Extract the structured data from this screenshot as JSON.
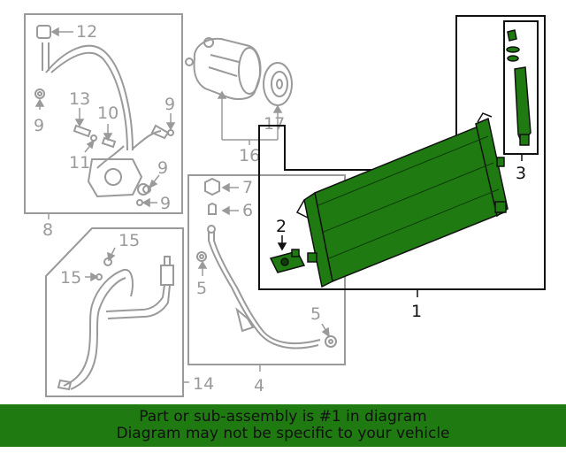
{
  "callouts": {
    "c1": "1",
    "c2": "2",
    "c3": "3",
    "c4": "4",
    "c5a": "5",
    "c5b": "5",
    "c6": "6",
    "c7": "7",
    "c8": "8",
    "c9a": "9",
    "c9b": "9",
    "c9c": "9",
    "c9d": "9",
    "c10": "10",
    "c11": "11",
    "c12": "12",
    "c13": "13",
    "c14": "14",
    "c15a": "15",
    "c15b": "15",
    "c16": "16",
    "c17": "17"
  },
  "banner": {
    "line1": "Part or sub-assembly is #1 in diagram",
    "line2": "Diagram may not be specific to your vehicle"
  },
  "colors": {
    "highlight": "#1f7a12",
    "part_grey": "#9a9a9a",
    "outline_dark": "#111111"
  }
}
